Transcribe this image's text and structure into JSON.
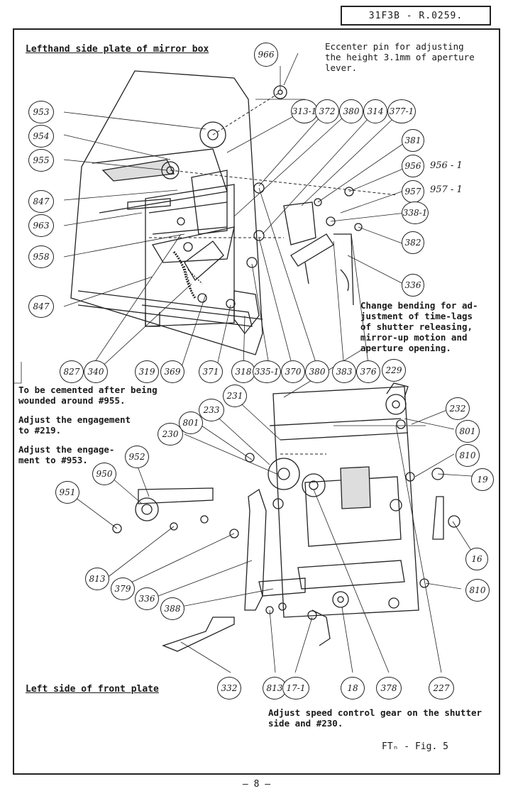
{
  "doc_ref": "31F3B - R.0259.",
  "headings": {
    "mirror_box": "Lefthand side plate of mirror box",
    "front_plate": "Left side of front plate"
  },
  "notes": {
    "eccenter": "Eccenter pin for adjusting\nthe height 3.1mm of aperture\nlever.",
    "change_bending": "Change bending for ad-\njustment of time-lags\nof shutter releasing,\nmirror-up motion and\naperture opening.",
    "cemented": "To be cemented after being\nwounded around #955.",
    "engage_219": "Adjust the engagement\nto #219.",
    "engage_953": "Adjust the engage-\nment to #953.",
    "speed_control": "Adjust speed control gear on the shutter\nside and #230."
  },
  "callouts_top": [
    "966",
    "313-1",
    "372",
    "380",
    "314",
    "377-1",
    "381",
    "956",
    "957",
    "338-1",
    "382",
    "336",
    "953",
    "954",
    "955",
    "847",
    "963",
    "958",
    "847",
    "827",
    "340",
    "319",
    "369",
    "371",
    "318",
    "335-1",
    "370",
    "380",
    "383",
    "376",
    "229"
  ],
  "plain_labels": [
    "956 - 1",
    "957 - 1"
  ],
  "callouts_bottom": [
    "231",
    "233",
    "232",
    "230",
    "801",
    "801",
    "810",
    "952",
    "19",
    "950",
    "951",
    "16",
    "810",
    "813",
    "379",
    "336",
    "388",
    "332",
    "813",
    "17-1",
    "18",
    "378",
    "227"
  ],
  "fig_caption": "FTₙ - Fig. 5",
  "page_number": "— 8 —"
}
